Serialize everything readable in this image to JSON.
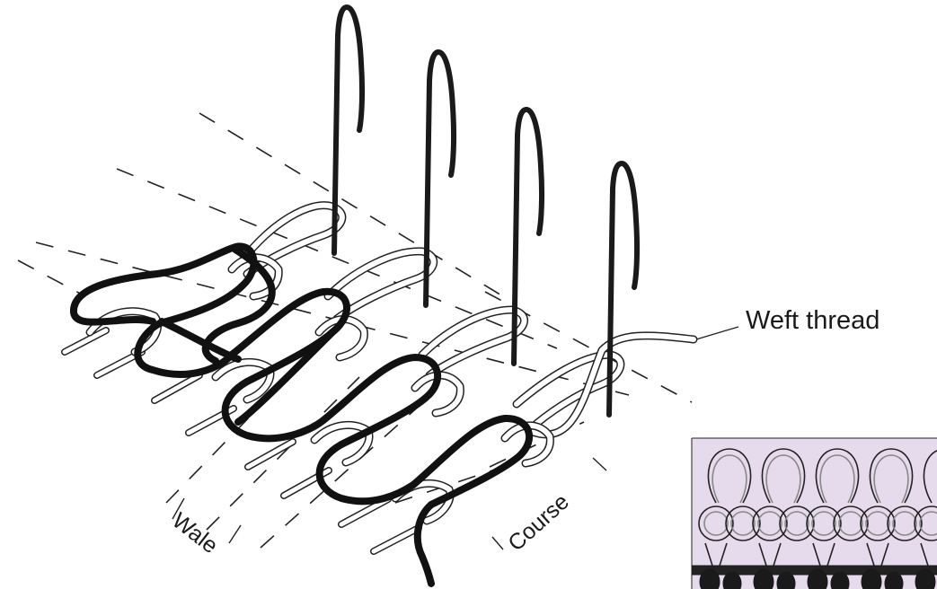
{
  "labels": {
    "weft_thread": "Weft thread",
    "wale": "Wale",
    "course": "Course"
  },
  "colors": {
    "ink": "#111111",
    "paper": "#ffffff",
    "inset_background": "#e6dbec"
  },
  "inset": {
    "description_icon": "plain-knit-fabric-swatch-icon"
  }
}
